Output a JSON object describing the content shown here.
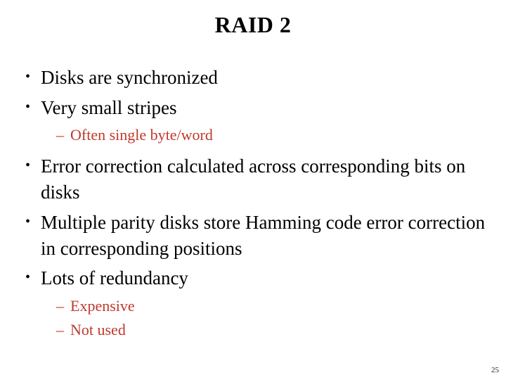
{
  "slide": {
    "title": "RAID 2",
    "page_number": "25",
    "colors": {
      "background": "#ffffff",
      "title_text": "#000000",
      "level1_text": "#000000",
      "level2_text": "#c0392b"
    },
    "markers": {
      "level1": "•",
      "level2": "–"
    },
    "bullets": [
      {
        "level": 1,
        "text": "Disks are synchronized"
      },
      {
        "level": 1,
        "text": "Very small stripes"
      },
      {
        "level": 2,
        "text": "Often single byte/word"
      },
      {
        "level": 1,
        "text": "Error correction calculated across corresponding bits on disks"
      },
      {
        "level": 1,
        "text": "Multiple parity disks store Hamming code error correction in corresponding positions"
      },
      {
        "level": 1,
        "text": "Lots of redundancy"
      },
      {
        "level": 2,
        "text": "Expensive"
      },
      {
        "level": 2,
        "text": "Not used"
      }
    ]
  }
}
